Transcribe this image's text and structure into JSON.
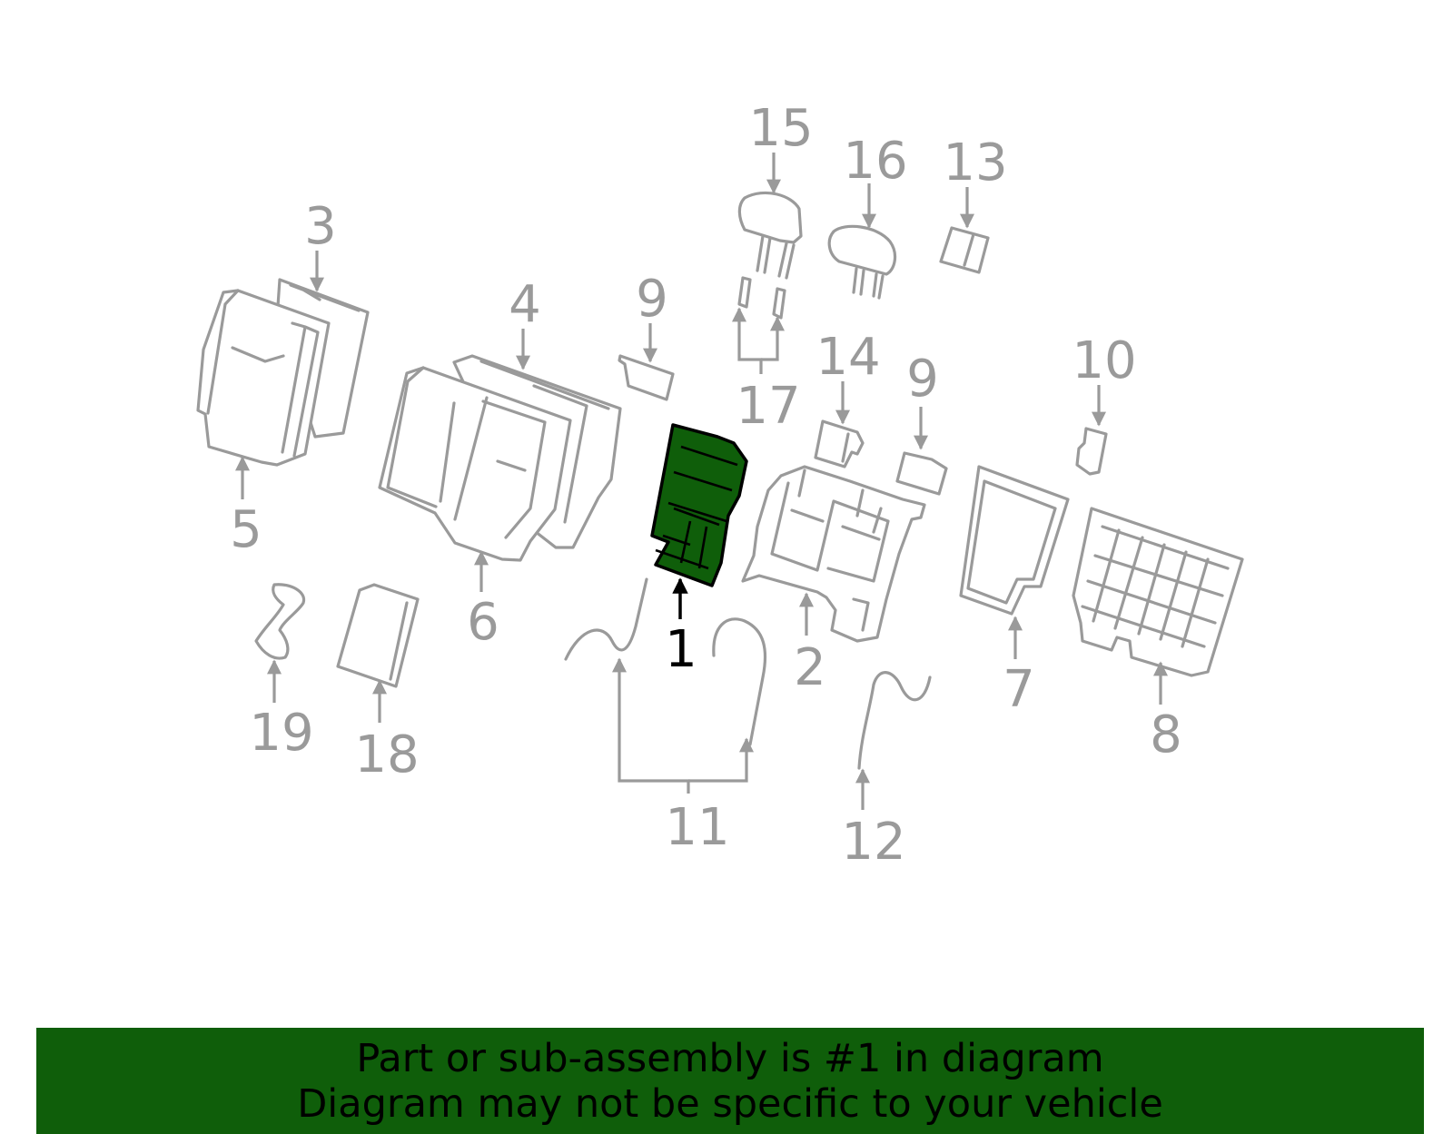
{
  "colors": {
    "highlight": "#0f5e0a",
    "banner": "#0f5e0a",
    "part_stroke": "#9a9a9a",
    "callout_text": "#9a9a9a",
    "highlight_callout": "#000000"
  },
  "callouts": {
    "c1": "1",
    "c2": "2",
    "c3": "3",
    "c4": "4",
    "c5": "5",
    "c6": "6",
    "c7": "7",
    "c8": "8",
    "c9a": "9",
    "c9b": "9",
    "c10": "10",
    "c11": "11",
    "c12": "12",
    "c13": "13",
    "c14": "14",
    "c15": "15",
    "c16": "16",
    "c17": "17",
    "c18": "18",
    "c19": "19"
  },
  "banner": {
    "line1": "Part or sub-assembly is #1 in diagram",
    "line2": "Diagram may not be specific to your vehicle"
  }
}
